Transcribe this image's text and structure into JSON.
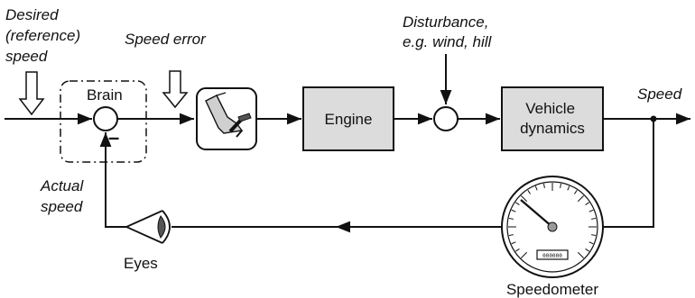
{
  "diagram": {
    "desired_speed_label": [
      "Desired",
      "(reference)",
      "speed"
    ],
    "speed_error_label": "Speed error",
    "brain_label": "Brain",
    "minus_sign": "–",
    "engine_label": "Engine",
    "disturbance_label": [
      "Disturbance,",
      "e.g. wind, hill"
    ],
    "vehicle_dynamics_label": [
      "Vehicle",
      "dynamics"
    ],
    "speed_output_label": "Speed",
    "actual_speed_label": [
      "Actual",
      "speed"
    ],
    "eyes_label": "Eyes",
    "speedometer_label": "Speedometer",
    "odometer_digits": "000000"
  },
  "icons": {
    "pedal": "foot-on-pedal-icon",
    "eye": "eye-icon",
    "speedometer": "speedometer-gauge-icon"
  },
  "colors": {
    "block_fill": "#dcdcdc",
    "stroke": "#111111",
    "eye_iris": "#555555"
  }
}
